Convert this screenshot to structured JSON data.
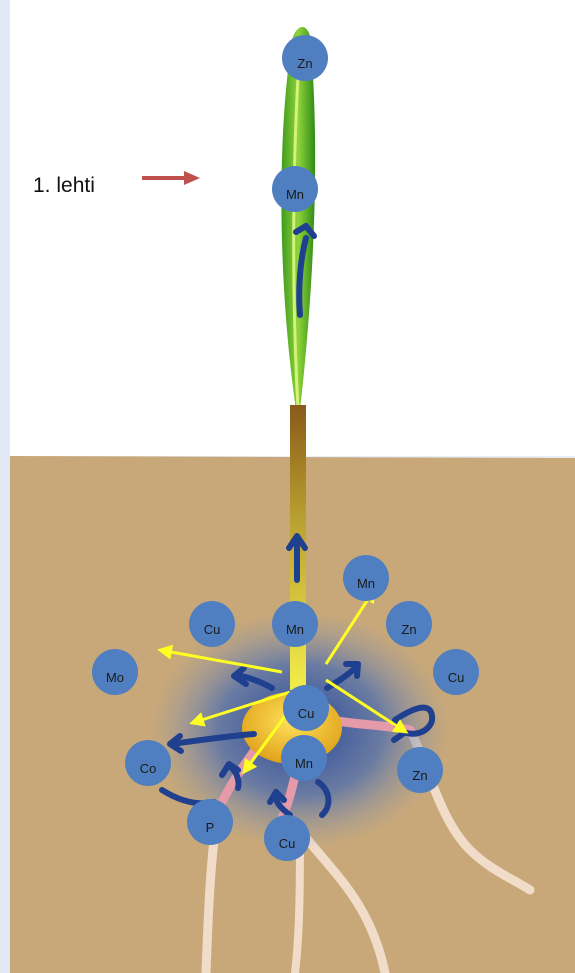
{
  "leaf_label": "1. lehti",
  "colors": {
    "soil": "#c8a878",
    "nutrient_circle": "#4f7fc0",
    "flow_arrow": "#1f3f8f",
    "release_arrow": "#ffff22",
    "pointer_arrow": "#c0504d",
    "leaf": "#4caf2a"
  },
  "nutrients": [
    {
      "id": "zn-top",
      "label": "Zn"
    },
    {
      "id": "mn-leaf",
      "label": "Mn"
    },
    {
      "id": "mn-yellow",
      "label": "Mn"
    },
    {
      "id": "cu-left",
      "label": "Cu"
    },
    {
      "id": "mn-center",
      "label": "Mn"
    },
    {
      "id": "zn-right",
      "label": "Zn"
    },
    {
      "id": "mo",
      "label": "Mo"
    },
    {
      "id": "cu-right",
      "label": "Cu"
    },
    {
      "id": "cu-seed",
      "label": "Cu"
    },
    {
      "id": "co",
      "label": "Co"
    },
    {
      "id": "mn-lower",
      "label": "Mn"
    },
    {
      "id": "zn-lower",
      "label": "Zn"
    },
    {
      "id": "p",
      "label": "P"
    },
    {
      "id": "cu-bottom",
      "label": "Cu"
    }
  ]
}
